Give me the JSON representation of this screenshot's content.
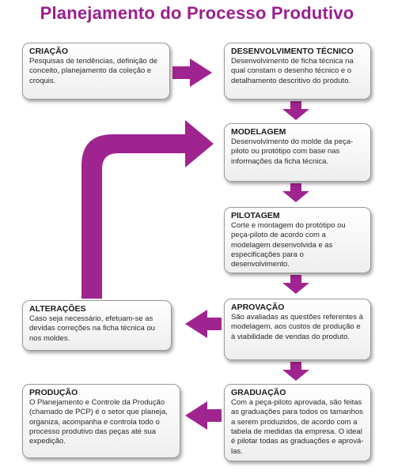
{
  "title": "Planejamento do Processo Produtivo",
  "colors": {
    "accent": "#9b1e8e",
    "arrow": "#a0248f",
    "box_border": "#9a9a9a"
  },
  "boxes": {
    "criacao": {
      "heading": "CRIAÇÃO",
      "text": "Pesquisas de tendências, definição de conceito, planejamento da coleção e croquis."
    },
    "desenvolvimento": {
      "heading": "DESENVOLVIMENTO TÉCNICO",
      "text": "Desenvolvimento de ficha técnica na qual constam o desenho técnico e o detalhamento descritivo do produto."
    },
    "modelagem": {
      "heading": "MODELAGEM",
      "text": "Desenvolvimento do molde da peça-piloto ou protótipo com base nas informações da ficha técnica."
    },
    "pilotagem": {
      "heading": "PILOTAGEM",
      "text": "Corte e montagem do protótipo ou peça-piloto de acordo com a modelagem desenvolvida e as especificações para o desenvolvimento."
    },
    "aprovacao": {
      "heading": "APROVAÇÃO",
      "text": "São avaliadas as questões referentes à modelagem, aos custos de produção e à viabilidade de vendas do produto."
    },
    "alteracoes": {
      "heading": "ALTERAÇÕES",
      "text": "Caso seja necessário, efetuam-se as devidas correções na ficha técnica ou nos moldes."
    },
    "graduacao": {
      "heading": "GRADUAÇÃO",
      "text": "Com a peça-piloto aprovada, são feitas as graduações para todos os tamanhos a serem produzidos, de acordo com a tabela de medidas da empresa. O ideal é pilotar todas as graduações e aprová-las."
    },
    "producao": {
      "heading": "PRODUÇÃO",
      "text": "O Planejamento e Controle da Produção (chamado de PCP) é o setor que planeja, organiza, acompanha e controla todo o processo produtivo das peças até sua expedição."
    }
  }
}
